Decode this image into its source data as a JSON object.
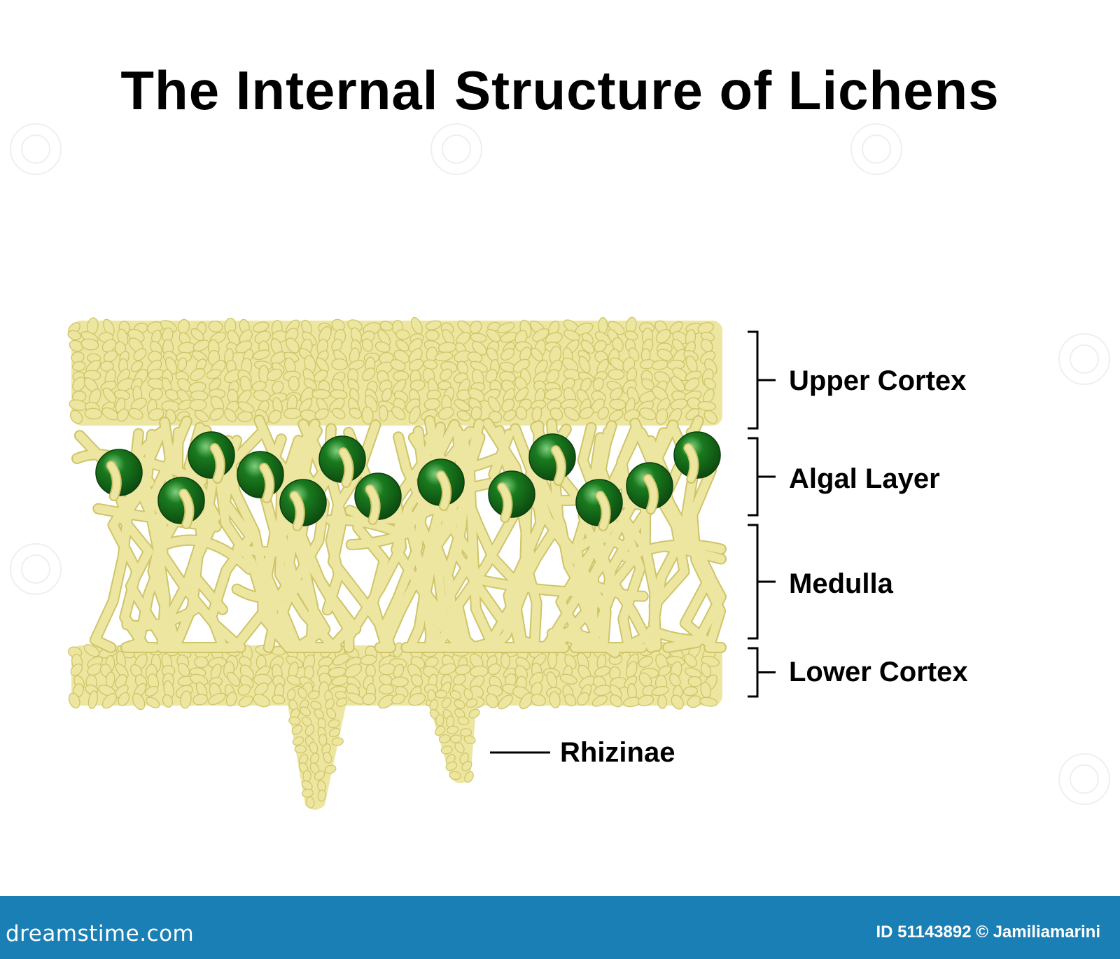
{
  "title": "The Internal Structure of Lichens",
  "labels": {
    "upper_cortex": "Upper Cortex",
    "algal_layer": "Algal Layer",
    "medulla": "Medulla",
    "lower_cortex": "Lower Cortex",
    "rhizinae": "Rhizinae"
  },
  "footer": {
    "site": "dreamstime.com",
    "credit": "ID 51143892 © Jamiliamarini"
  },
  "colors": {
    "hyphae_fill": "#ede6a0",
    "hyphae_stroke": "#cfc468",
    "algae": "#1a7a1e",
    "footer_bar": "#1a7fb5"
  }
}
